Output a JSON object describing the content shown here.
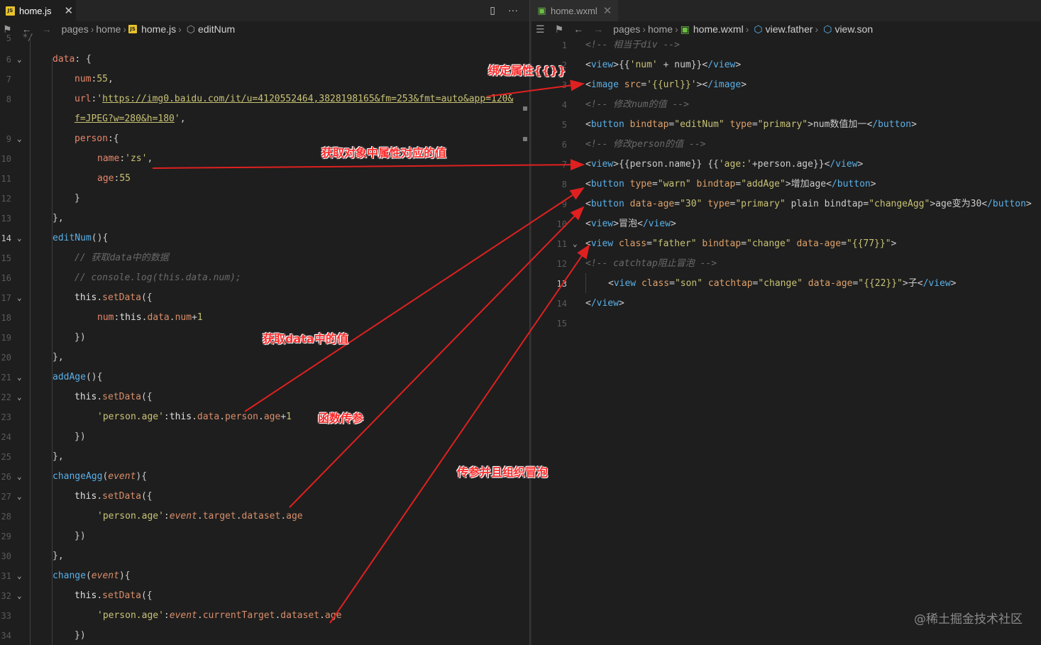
{
  "left": {
    "tab": {
      "file": "home.js",
      "icon": "JS",
      "close": "✕"
    },
    "actions": {
      "split": "▯",
      "more": "···"
    },
    "breadcrumb": [
      "pages",
      "home",
      "home.js",
      "editNum"
    ],
    "lines": [
      {
        "n": "5",
        "raw": "   */"
      },
      {
        "n": "6",
        "raw": "data: {"
      },
      {
        "n": "7",
        "raw": "num:55,"
      },
      {
        "n": "8",
        "raw": "url:'https://img0.baidu.com/it/u=4120552464,3828198165&fm=253&fmt=auto&app=120&"
      },
      {
        "n": "",
        "raw": "f=JPEG?w=280&h=180',"
      },
      {
        "n": "9",
        "raw": "person:{"
      },
      {
        "n": "10",
        "raw": "name:'zs',"
      },
      {
        "n": "11",
        "raw": "age:55"
      },
      {
        "n": "12",
        "raw": "}"
      },
      {
        "n": "13",
        "raw": "},"
      },
      {
        "n": "14",
        "raw": "editNum(){"
      },
      {
        "n": "15",
        "raw": "// 获取data中的数据"
      },
      {
        "n": "16",
        "raw": "// console.log(this.data.num);"
      },
      {
        "n": "17",
        "raw": "this.setData({"
      },
      {
        "n": "18",
        "raw": "num:this.data.num+1"
      },
      {
        "n": "19",
        "raw": "})"
      },
      {
        "n": "20",
        "raw": "},"
      },
      {
        "n": "21",
        "raw": "addAge(){"
      },
      {
        "n": "22",
        "raw": "this.setData({"
      },
      {
        "n": "23",
        "raw": "'person.age':this.data.person.age+1"
      },
      {
        "n": "24",
        "raw": "})"
      },
      {
        "n": "25",
        "raw": "},"
      },
      {
        "n": "26",
        "raw": "changeAgg(event){"
      },
      {
        "n": "27",
        "raw": "this.setData({"
      },
      {
        "n": "28",
        "raw": "'person.age':event.target.dataset.age"
      },
      {
        "n": "29",
        "raw": "})"
      },
      {
        "n": "30",
        "raw": "},"
      },
      {
        "n": "31",
        "raw": "change(event){"
      },
      {
        "n": "32",
        "raw": "this.setData({"
      },
      {
        "n": "33",
        "raw": "'person.age':event.currentTarget.dataset.age"
      },
      {
        "n": "34",
        "raw": "})"
      }
    ]
  },
  "right": {
    "tab": {
      "file": "home.wxml",
      "close": "✕"
    },
    "breadcrumb": [
      "pages",
      "home",
      "home.wxml",
      "view.father",
      "view.son"
    ],
    "lines": [
      {
        "n": "1",
        "raw": "<!-- 相当于div -->"
      },
      {
        "n": "2",
        "raw": "<view>{{'num' + num}}</view>"
      },
      {
        "n": "3",
        "raw": "<image src='{{url}}'></image>"
      },
      {
        "n": "4",
        "raw": "<!-- 修改num的值 -->"
      },
      {
        "n": "5",
        "raw": "<button bindtap=\"editNum\" type=\"primary\">num数值加一</button>"
      },
      {
        "n": "6",
        "raw": "<!-- 修改person的值 -->"
      },
      {
        "n": "7",
        "raw": "<view>{{person.name}} {{'age:'+person.age}}</view>"
      },
      {
        "n": "8",
        "raw": "<button type=\"warn\" bindtap=\"addAge\">增加age</button>"
      },
      {
        "n": "9",
        "raw": "<button data-age=\"30\" type=\"primary\" plain bindtap=\"changeAgg\">age变为30</button>"
      },
      {
        "n": "10",
        "raw": "<view>冒泡</view>"
      },
      {
        "n": "11",
        "raw": "<view class=\"father\" bindtap=\"change\" data-age=\"{{77}}\">"
      },
      {
        "n": "12",
        "raw": "<!-- catchtap阻止冒泡 -->"
      },
      {
        "n": "13",
        "raw": "<view class=\"son\" catchtap=\"change\" data-age=\"{{22}}\">子</view>"
      },
      {
        "n": "14",
        "raw": "</view>"
      },
      {
        "n": "15",
        "raw": ""
      }
    ]
  },
  "annotations": {
    "bind_attr": "绑定属性{{}}",
    "obj_prop": "获取对象中属性对应的值",
    "data_value": "获取data中的值",
    "fn_param": "函数传参",
    "bubble": "传参并且组织冒泡"
  },
  "watermark": "@稀土掘金技术社区",
  "colors": {
    "arrow": "#e02020",
    "background": "#1e1e1e"
  }
}
